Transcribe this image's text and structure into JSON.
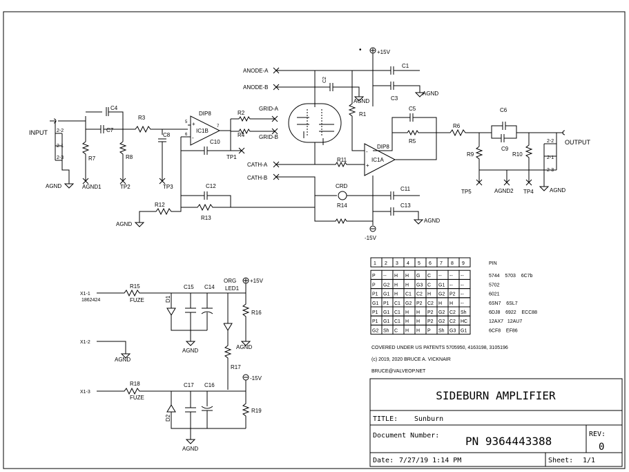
{
  "supplies": {
    "pos": "+15V",
    "neg": "-15V"
  },
  "ports": {
    "input": "INPUT",
    "output": "OUTPUT",
    "anode_a": "ANODE-A",
    "anode_b": "ANODE-B",
    "grid_a": "GRID-A",
    "grid_b": "GRID-B",
    "cath_a": "CATH-A",
    "cath_b": "CATH-B"
  },
  "jack_pins": {
    "p1": "2-2",
    "p2": "2-1",
    "p3": "2-3"
  },
  "parts": {
    "c1": "C1",
    "c2": "C2",
    "c3": "C3",
    "c4": "C4",
    "c5": "C5",
    "c6": "C6",
    "c7": "C7",
    "c8": "C8",
    "c9": "C9",
    "c10": "C10",
    "c11": "C11",
    "c12": "C12",
    "c13": "C13",
    "c14": "C14",
    "c15": "C15",
    "c16": "C16",
    "c17": "C17",
    "r1": "R1",
    "r2": "R2",
    "r3": "R3",
    "r4": "R4",
    "r5": "R5",
    "r6": "R6",
    "r7": "R7",
    "r8": "R8",
    "r9": "R9",
    "r10": "R10",
    "r11": "R11",
    "r12": "R12",
    "r13": "R13",
    "r14": "R14",
    "r15": "R15",
    "r16": "R16",
    "r17": "R17",
    "r18": "R18",
    "r19": "R19",
    "d1": "D1",
    "d2": "D2",
    "crd": "CRD",
    "led1": "LED1",
    "org": "ORG",
    "ic1a": "IC1A",
    "ic1b": "IC1B",
    "dip8": "DIP8",
    "fuze": "FUZE",
    "x11": "X1-1",
    "x12": "X1-2",
    "x13": "X1-3",
    "part_no": "1862424"
  },
  "grounds": {
    "agnd": "AGND",
    "agnd1": "AGND1",
    "agnd2": "AGND2"
  },
  "testpoints": {
    "tp1": "TP1",
    "tp2": "TP2",
    "tp3": "TP3",
    "tp4": "TP4",
    "tp5": "TP5"
  },
  "pin_table": {
    "header": [
      "1",
      "2",
      "3",
      "4",
      "5",
      "6",
      "7",
      "8",
      "9",
      "PIN"
    ],
    "rows": [
      {
        "cells": [
          "P",
          "--",
          "H",
          "H",
          "G",
          "C",
          "--",
          "--",
          "--"
        ],
        "tubes": "5744    5703    6C7b"
      },
      {
        "cells": [
          "P",
          "G2",
          "H",
          "H",
          "G3",
          "C",
          "G1",
          "--",
          "--"
        ],
        "tubes": "5702"
      },
      {
        "cells": [
          "P1",
          "G1",
          "H",
          "C1",
          "C2",
          "H",
          "G2",
          "P2",
          "--"
        ],
        "tubes": "6021"
      },
      {
        "cells": [
          "G1",
          "P1",
          "C1",
          "G2",
          "P2",
          "C2",
          "H",
          "H",
          "--"
        ],
        "tubes": "6SN7    6SL7"
      },
      {
        "cells": [
          "P1",
          "G1",
          "C1",
          "H",
          "H",
          "P2",
          "G2",
          "C2",
          "Sh"
        ],
        "tubes": "6DJ8    6922    ECC88"
      },
      {
        "cells": [
          "P1",
          "G1",
          "C1",
          "H",
          "H",
          "P2",
          "G2",
          "C2",
          "HC"
        ],
        "tubes": "12AX7   12AU7"
      },
      {
        "cells": [
          "G2",
          "Sh",
          "C",
          "H",
          "H",
          "P",
          "Sh",
          "G3",
          "G1"
        ],
        "tubes": "6CF8    EF86"
      }
    ]
  },
  "notes": {
    "patents": "COVERED UNDER US PATENTS  5705950, 4163198, 3105196",
    "copyright": "(c) 2019, 2020  BRUCE A. VICKNAIR",
    "email": "BRUCE@VALVEOP.NET"
  },
  "title_block": {
    "name": "SIDEBURN AMPLIFIER",
    "title_label": "TITLE:",
    "title_value": "Sunburn",
    "doc_label": "Document Number:",
    "doc_value": "PN 9364443388",
    "rev_label": "REV:",
    "rev_value": "0",
    "date_label": "Date:",
    "date_value": "7/27/19 1:14 PM",
    "sheet_label": "Sheet:",
    "sheet_value": "1/1"
  }
}
